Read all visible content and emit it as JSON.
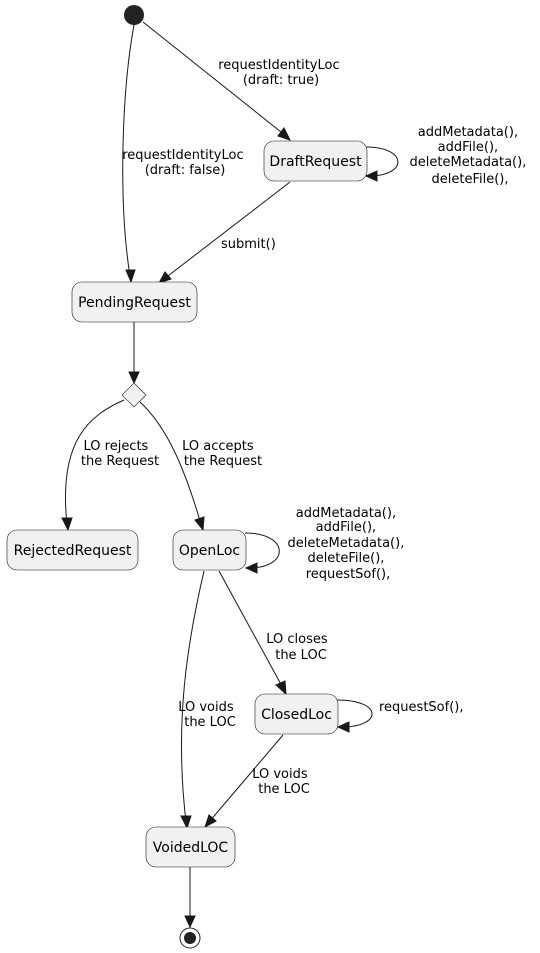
{
  "states": {
    "draft_request": "DraftRequest",
    "pending_request": "PendingRequest",
    "rejected_request": "RejectedRequest",
    "open_loc": "OpenLoc",
    "closed_loc": "ClosedLoc",
    "voided_loc": "VoidedLOC"
  },
  "transitions": {
    "start_to_draft": [
      "requestIdentityLoc",
      "(draft: true)"
    ],
    "start_to_pending": [
      "requestIdentityLoc",
      "(draft: false)"
    ],
    "draft_self": [
      "addMetadata(),",
      "addFile(),",
      "deleteMetadata(),",
      "deleteFile(),"
    ],
    "draft_to_pending": [
      "submit()"
    ],
    "choice_to_rejected": [
      "LO rejects",
      "the Request"
    ],
    "choice_to_open": [
      "LO accepts",
      "the Request"
    ],
    "open_self": [
      "addMetadata(),",
      "addFile(),",
      "deleteMetadata(),",
      "deleteFile(),",
      "requestSof(),"
    ],
    "open_to_closed": [
      "LO closes",
      "the LOC"
    ],
    "open_to_voided": [
      "LO voids",
      "the LOC"
    ],
    "closed_self": [
      "requestSof(),"
    ],
    "closed_to_voided": [
      "LO voids",
      "the LOC"
    ]
  }
}
